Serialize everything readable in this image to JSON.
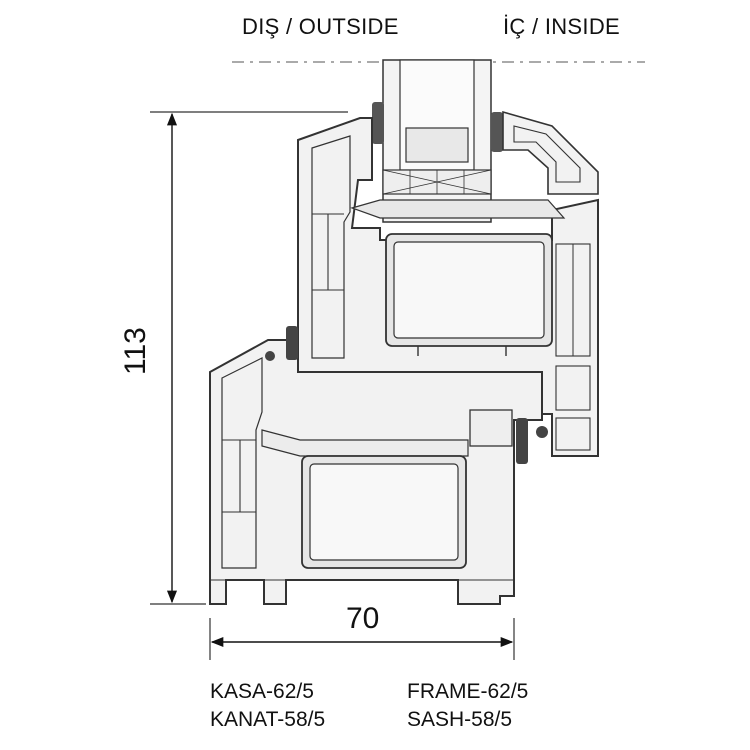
{
  "header": {
    "outside": "DIŞ / OUTSIDE",
    "inside": "İÇ / INSIDE"
  },
  "dimensions": {
    "width": "70",
    "height": "113"
  },
  "profiles": [
    {
      "code": "KASA-62/5",
      "english": "FRAME-62/5"
    },
    {
      "code": "KANAT-58/5",
      "english": "SASH-58/5"
    }
  ],
  "colors": {
    "line": "#333333",
    "profile_fill": "#f2f2f2",
    "glass_fill": "#e4e4e4",
    "gasket": "#444444"
  }
}
